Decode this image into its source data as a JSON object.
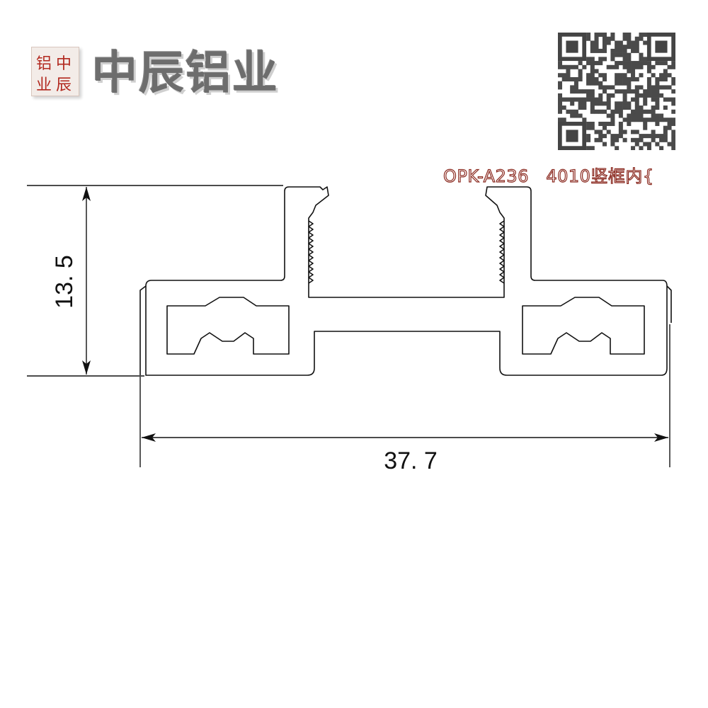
{
  "brand": {
    "name": "中辰铝业",
    "seal_text": [
      "铝",
      "中",
      "业",
      "辰"
    ]
  },
  "product": {
    "code": "OPK-A236",
    "description": "4010竖框内{"
  },
  "dimensions": {
    "height": "13. 5",
    "width": "37. 7"
  },
  "colors": {
    "outline": "#111111",
    "seal_red": "#b2281e",
    "brand_gray": "#6d6d6d"
  }
}
